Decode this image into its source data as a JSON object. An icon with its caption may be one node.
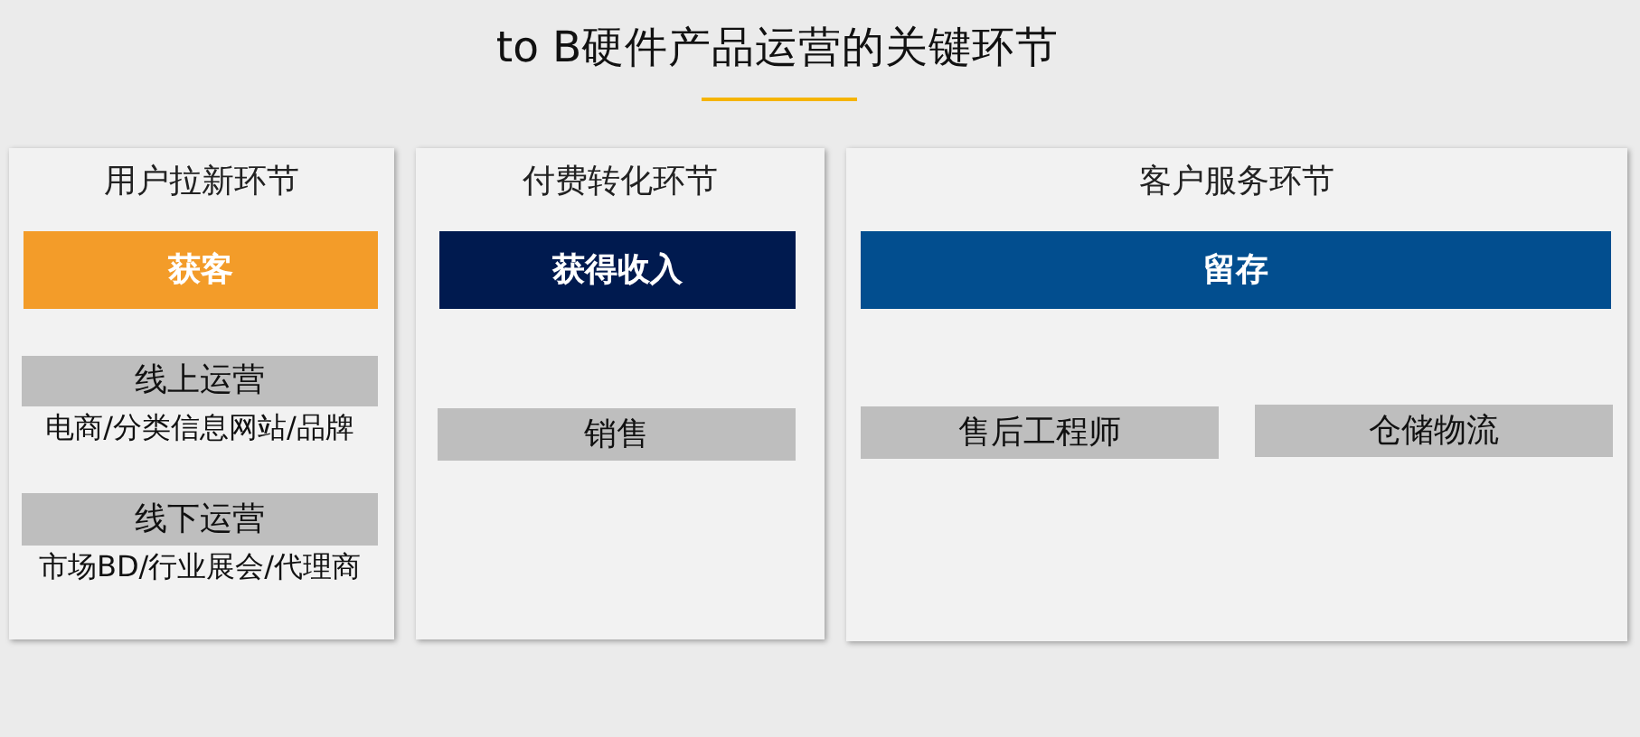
{
  "diagram": {
    "title": "to B硬件产品运营的关键环节",
    "nodes": [
      {
        "text": [
          "用户拉新环节"
        ]
      },
      {
        "text": [
          "获客"
        ],
        "in": 0
      },
      {
        "text": [
          "线上运营"
        ],
        "in": 0,
        "beside": [
          "电商/分类信息网站/品牌"
        ]
      },
      {
        "text": [
          "线下运营"
        ],
        "in": 0,
        "beside": [
          "市场BD/行业展会/代理商"
        ]
      },
      {
        "text": [
          "付费转化环节"
        ]
      },
      {
        "text": [
          "获得收入"
        ],
        "in": 4
      },
      {
        "text": [
          "销售"
        ],
        "in": 4
      },
      {
        "text": [
          "客户服务环节"
        ]
      },
      {
        "text": [
          "留存"
        ],
        "in": 7
      },
      {
        "text": [
          "售后工程师"
        ],
        "in": 7
      },
      {
        "text": [
          "仓储物流"
        ],
        "in": 7
      }
    ]
  }
}
